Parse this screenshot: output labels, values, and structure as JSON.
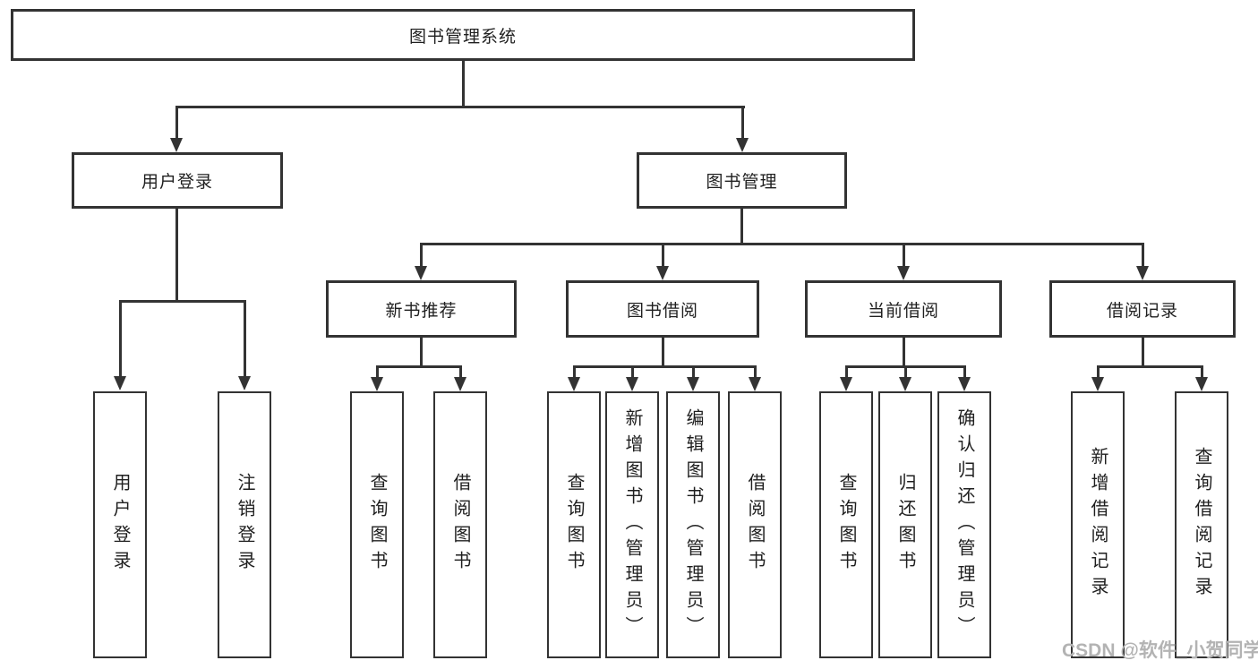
{
  "title": "图书管理系统",
  "tree": {
    "label": "图书管理系统",
    "children": [
      {
        "label": "用户登录",
        "children": [
          {
            "label": "用户登录"
          },
          {
            "label": "注销登录"
          }
        ]
      },
      {
        "label": "图书管理",
        "children": [
          {
            "label": "新书推荐",
            "children": [
              {
                "label": "查询图书"
              },
              {
                "label": "借阅图书"
              }
            ]
          },
          {
            "label": "图书借阅",
            "children": [
              {
                "label": "查询图书"
              },
              {
                "label": "新增图书（管理员）"
              },
              {
                "label": "编辑图书（管理员）"
              },
              {
                "label": "借阅图书"
              }
            ]
          },
          {
            "label": "当前借阅",
            "children": [
              {
                "label": "查询图书"
              },
              {
                "label": "归还图书"
              },
              {
                "label": "确认归还（管理员）"
              }
            ]
          },
          {
            "label": "借阅记录",
            "children": [
              {
                "label": "新增借阅记录"
              },
              {
                "label": "查询借阅记录"
              }
            ]
          }
        ]
      }
    ]
  },
  "watermark": "CSDN @软件_小贺同学",
  "colors": {
    "line": "#333333",
    "text": "#1f1f1f",
    "background": "#ffffff",
    "watermark": "#b3b3b3"
  }
}
